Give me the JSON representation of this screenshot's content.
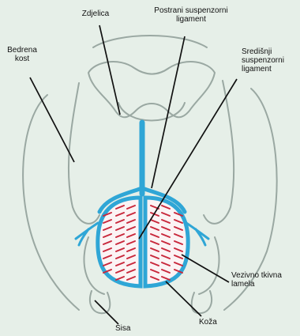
{
  "labels": {
    "pelvis": "Zdjelica",
    "lateral_ligament": [
      "Postrani suspenzorni",
      "ligament"
    ],
    "femur": [
      "Bedrena",
      "kost"
    ],
    "median_ligament": [
      "Središnji",
      "suspenzorni",
      "ligament"
    ],
    "lamella": [
      "Vezivno tkivna",
      "lamela"
    ],
    "skin": "Koža",
    "teat": "Sisa"
  },
  "colors": {
    "vessel": "#2fa6d6",
    "gland_fill": "#fbf3f4",
    "gland_stripe": "#c8283c",
    "outline": "#9aa8a2",
    "leader": "#111111"
  }
}
